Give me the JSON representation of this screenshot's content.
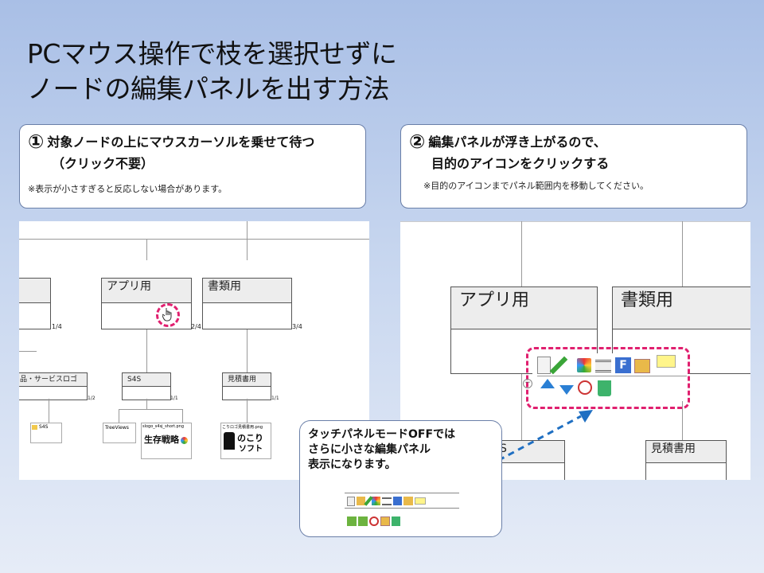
{
  "title": {
    "line1": "PCマウス操作で枝を選択せずに",
    "line2": "ノードの編集パネルを出す方法"
  },
  "step1": {
    "number": "①",
    "heading_line1": "対象ノードの上にマウスカーソルを乗せて待つ",
    "heading_line2": "（クリック不要）",
    "note": "※表示が小さすぎると反応しない場合があります。"
  },
  "step2": {
    "number": "②",
    "heading_line1": "編集パネルが浮き上がるので、",
    "heading_line2": "目的のアイコンをクリックする",
    "note": "※目的のアイコンまでパネル範囲内を移動してください。"
  },
  "tip": {
    "line1": "タッチパネルモードOFFでは",
    "line2": "さらに小さな編集パネル",
    "line3": "表示になります。"
  },
  "left_shot": {
    "node_app": "アプリ用",
    "node_docs": "書類用",
    "count_left": "1/4",
    "count_app": "2/4",
    "count_docs": "3/4",
    "node_services": "品・サービスロゴ",
    "node_s4s": "S4S",
    "node_estimate": "見積書用",
    "count_services": "1/2",
    "count_s4s": "1/1",
    "count_estimate": "1/1",
    "leaf_s4s": "S4S",
    "leaf_treeviews": "TreeViews",
    "leaf_logo_file": "slogo_s4sj_short.png",
    "leaf_logo_text": "生存戦略",
    "leaf_nokori_file": "こりロゴ見積書用.png",
    "leaf_nokori_text1": "のこり",
    "leaf_nokori_text2": "ソフト"
  },
  "right_shot": {
    "node_app": "アプリ用",
    "node_docs": "書類用",
    "node_s": "S",
    "node_estimate": "見積書用"
  },
  "colors": {
    "dashed_highlight": "#e0206f",
    "arrow": "#1f6fc2",
    "node_header": "#ededed"
  }
}
